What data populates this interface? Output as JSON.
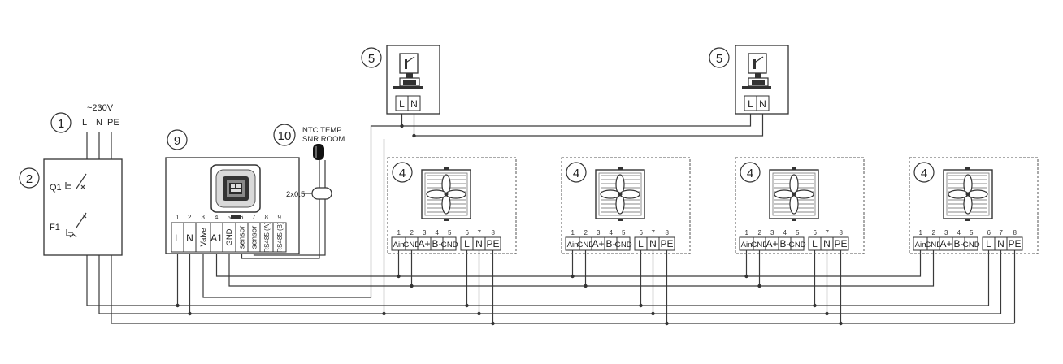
{
  "supply": {
    "badge": "1",
    "voltage": "~230V",
    "lines": [
      "L",
      "N",
      "PE"
    ]
  },
  "breaker": {
    "badge": "2",
    "q_label": "Q1",
    "f_label": "F1"
  },
  "controller": {
    "badge": "9",
    "terminals": [
      {
        "num": "1",
        "label": "L"
      },
      {
        "num": "2",
        "label": "N"
      },
      {
        "num": "3",
        "label": "Valve"
      },
      {
        "num": "4",
        "label": "A1"
      },
      {
        "num": "5",
        "label": "GND"
      },
      {
        "num": "6",
        "label": "sensor"
      },
      {
        "num": "7",
        "label": "sensor"
      },
      {
        "num": "8",
        "label": "RS485 (A)"
      },
      {
        "num": "9",
        "label": "RS485 (B)"
      }
    ]
  },
  "sensor": {
    "badge": "10",
    "line1": "NTC.TEMP",
    "line2": "SNR.ROOM",
    "cable": "2x0,5"
  },
  "valves": [
    {
      "badge": "5",
      "terminals": [
        "L",
        "N"
      ]
    },
    {
      "badge": "5",
      "terminals": [
        "L",
        "N"
      ]
    }
  ],
  "fan_badge": "4",
  "fan_terminals": [
    {
      "num": "1",
      "label": "Ain"
    },
    {
      "num": "2",
      "label": "GND"
    },
    {
      "num": "3",
      "label": "A+"
    },
    {
      "num": "4",
      "label": "B-"
    },
    {
      "num": "5",
      "label": "GND"
    },
    {
      "num": "6",
      "label": "L"
    },
    {
      "num": "7",
      "label": "N"
    },
    {
      "num": "8",
      "label": "PE"
    }
  ],
  "fan_units": [
    {
      "badge": "4"
    },
    {
      "badge": "4"
    },
    {
      "badge": "4"
    },
    {
      "badge": "4"
    }
  ]
}
